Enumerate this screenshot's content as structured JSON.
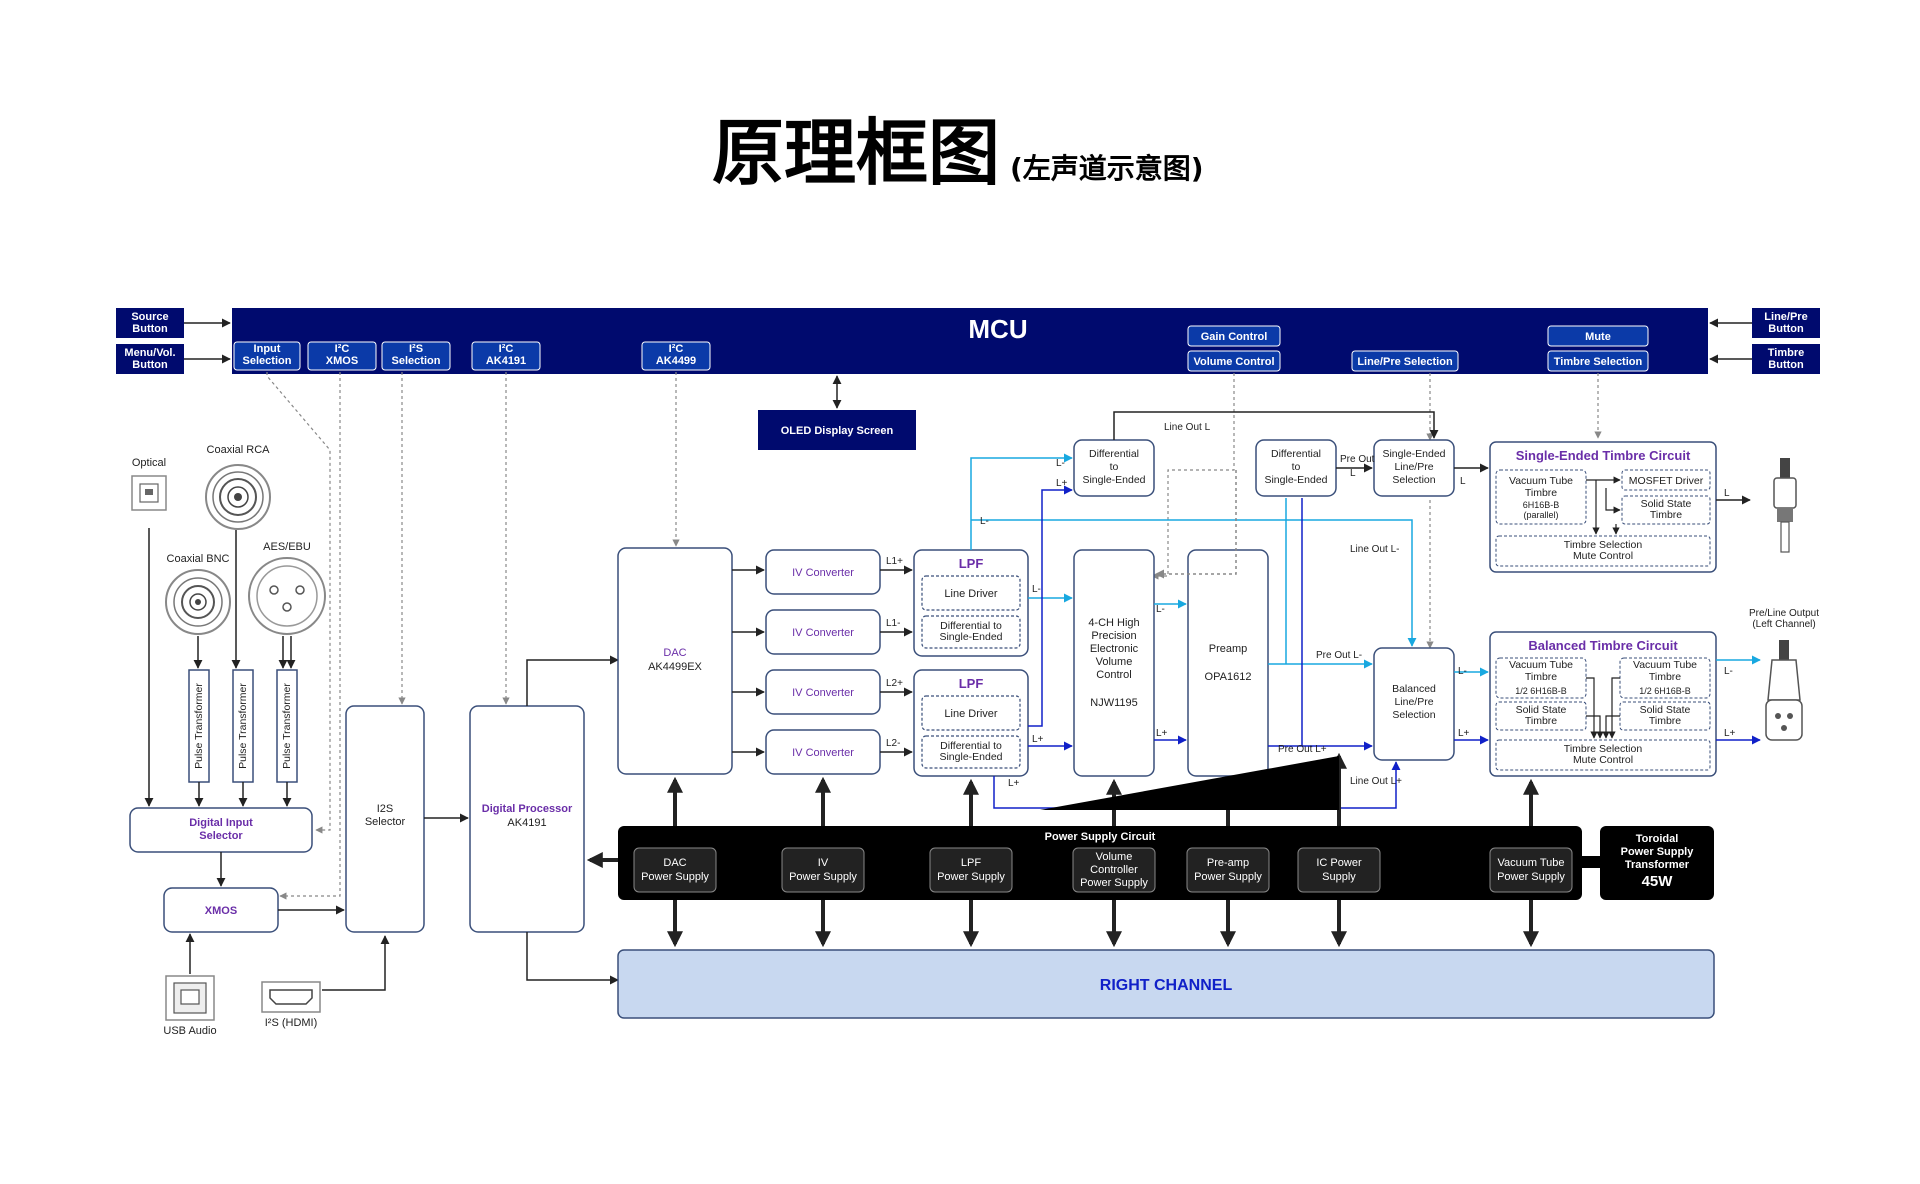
{
  "title": {
    "main": "原理框图",
    "sub": "(左声道示意图)"
  },
  "colors": {
    "navy": "#000a6e",
    "blue_line": "#1020c8",
    "cyan_line": "#18a8e0",
    "purple": "#6a2ea8",
    "box_border": "#3a4f7a",
    "right_channel_fill": "#c8d8f0"
  },
  "mcu": {
    "label": "MCU",
    "tags": {
      "input_selection": "Input Selection",
      "i2c_xmos": "I²C XMOS",
      "i2s_selection": "I²S Selection",
      "i2c_ak4191": "I²C AK4191",
      "i2c_ak4499": "I²C AK4499",
      "gain_control": "Gain Control",
      "volume_control": "Volume Control",
      "line_pre_selection": "Line/Pre Selection",
      "mute": "Mute",
      "timbre_selection": "Timbre Selection"
    }
  },
  "side_buttons": {
    "source": "Source Button",
    "menu_vol": "Menu/Vol. Button",
    "line_pre": "Line/Pre Button",
    "timbre": "Timbre Button"
  },
  "oled": "OLED Display Screen",
  "inputs": {
    "optical": "Optical",
    "coaxial_rca": "Coaxial RCA",
    "coaxial_bnc": "Coaxial BNC",
    "aes_ebu": "AES/EBU",
    "usb_audio": "USB Audio",
    "i2s_hdmi": "I²S (HDMI)",
    "pulse_transformer": "Pulse Transformer"
  },
  "blocks": {
    "digital_input_selector": "Digital Input Selector",
    "xmos": "XMOS",
    "i2s_selector": "I2S Selector",
    "digital_processor": "Digital Processor",
    "digital_processor_chip": "AK4191",
    "dac": "DAC",
    "dac_chip": "AK4499EX",
    "iv_converter": "IV Converter",
    "lpf": "LPF",
    "line_driver": "Line Driver",
    "diff_to_se": "Differential to Single-Ended",
    "volume_ctrl": "4-CH High Precision Electronic Volume Control",
    "volume_chip": "NJW1195",
    "preamp": "Preamp",
    "preamp_chip": "OPA1612",
    "diff_to_se_top": "Differential to Single-Ended",
    "se_line_pre": "Single-Ended Line/Pre Selection",
    "bal_line_pre": "Balanced Line/Pre Selection",
    "se_timbre_title": "Single-Ended Timbre Circuit",
    "bal_timbre_title": "Balanced Timbre Circuit",
    "vacuum_tube_timbre": "Vacuum Tube Timbre",
    "tube_model_parallel": "6H16B-B (parallel)",
    "tube_half": "1/2 6H16B-B",
    "mosfet_driver": "MOSFET Driver",
    "solid_state_timbre": "Solid State Timbre",
    "timbre_sel_mute": "Timbre Selection Mute Control",
    "output_label": "Pre/Line Output (Left Channel)"
  },
  "power": {
    "title": "Power Supply Circuit",
    "dac": "DAC Power Supply",
    "iv": "IV Power Supply",
    "lpf": "LPF Power Supply",
    "vol": "Volume Controller Power Supply",
    "preamp": "Pre-amp Power Supply",
    "ic": "IC Power Supply",
    "tube": "Vacuum Tube Power Supply",
    "toroidal": "Toroidal Power Supply Transformer",
    "toroidal_watt": "45W"
  },
  "right_channel": "RIGHT CHANNEL",
  "signals": {
    "l1p": "L1+",
    "l1m": "L1-",
    "l2p": "L2+",
    "l2m": "L2-",
    "lm": "L-",
    "lp": "L+",
    "l": "L",
    "line_out_l": "Line Out  L",
    "line_out_lm": "Line Out  L-",
    "line_out_lp": "Line Out  L+",
    "pre_out_lm": "Pre Out  L-",
    "pre_out_lp": "Pre Out  L+",
    "pre_out_l": "Pre Out L"
  }
}
